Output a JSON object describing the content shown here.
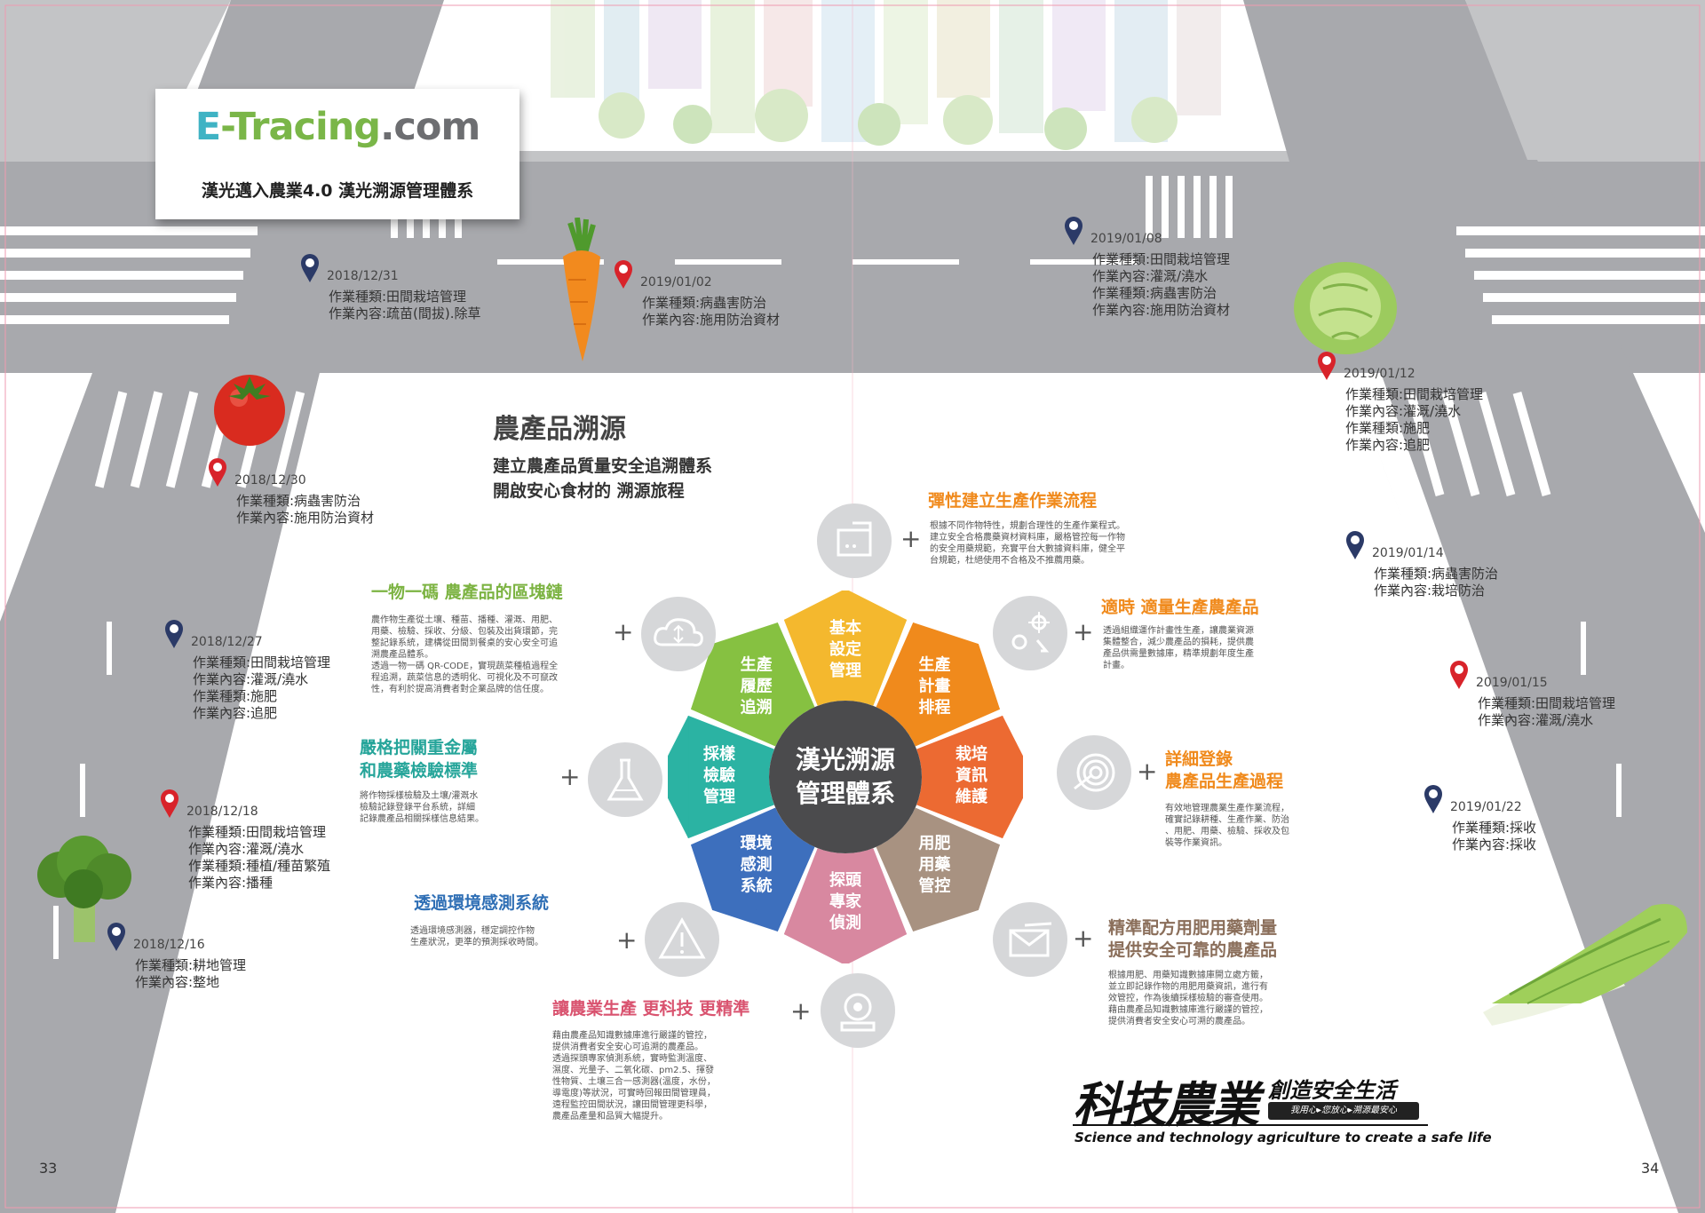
{
  "colors": {
    "road": "#a8a9ad",
    "road_light": "#c3c4c6",
    "marking": "#ffffff",
    "pin_navy": "#2b3a67",
    "pin_red": "#d8232a",
    "orange_title": "#f08a1c",
    "green_title": "#7cb342",
    "teal_title": "#26a59a",
    "blue_title": "#2f6fb5",
    "pink_title": "#d9536f",
    "brown_title": "#8a6e5a"
  },
  "title_card": {
    "logo_e": "E",
    "logo_tracing": "-Tracing",
    "logo_com": ".com",
    "subtitle": "漢光邁入農業4.0  漢光溯源管理體系"
  },
  "events": [
    {
      "date": "2018/12/31",
      "lines": [
        "作業種類:田間栽培管理",
        "作業內容:疏苗(間拔).除草"
      ],
      "pin": "pin-navy-icon"
    },
    {
      "date": "2019/01/02",
      "lines": [
        "作業種類:病蟲害防治",
        "作業內容:施用防治資材"
      ],
      "pin": "pin-red-icon"
    },
    {
      "date": "2019/01/08",
      "lines": [
        "作業種類:田間栽培管理",
        "作業內容:灌溉/澆水",
        "作業種類:病蟲害防治",
        "作業內容:施用防治資材"
      ],
      "pin": "pin-navy-icon"
    },
    {
      "date": "2019/01/12",
      "lines": [
        "作業種類:田間栽培管理",
        "作業內容:灌溉/澆水",
        "作業種類:施肥",
        "作業內容:追肥"
      ],
      "pin": "pin-red-icon"
    },
    {
      "date": "2018/12/30",
      "lines": [
        "作業種類:病蟲害防治",
        "作業內容:施用防治資材"
      ],
      "pin": "pin-red-icon"
    },
    {
      "date": "2019/01/14",
      "lines": [
        "作業種類:病蟲害防治",
        "作業內容:栽培防治"
      ],
      "pin": "pin-navy-icon"
    },
    {
      "date": "2018/12/27",
      "lines": [
        "作業種類:田間栽培管理",
        "作業內容:灌溉/澆水",
        "作業種類:施肥",
        "作業內容:追肥"
      ],
      "pin": "pin-navy-icon"
    },
    {
      "date": "2019/01/15",
      "lines": [
        "作業種類:田間栽培管理",
        "作業內容:灌溉/澆水"
      ],
      "pin": "pin-red-icon"
    },
    {
      "date": "2018/12/18",
      "lines": [
        "作業種類:田間栽培管理",
        "作業內容:灌溉/澆水",
        "作業種類:種植/種苗繁殖",
        "作業內容:播種"
      ],
      "pin": "pin-red-icon"
    },
    {
      "date": "2019/01/22",
      "lines": [
        "作業種類:採收",
        "作業內容:採收"
      ],
      "pin": "pin-navy-icon"
    },
    {
      "date": "2018/12/16",
      "lines": [
        "作業種類:耕地管理",
        "作業內容:整地"
      ],
      "pin": "pin-navy-icon"
    }
  ],
  "heading": {
    "main": "農產品溯源",
    "sub1": "建立農產品質量安全追溯體系",
    "sub2": "開啟安心食材的 溯源旅程"
  },
  "wheel": {
    "center_line1": "漢光溯源",
    "center_line2": "管理體系",
    "segments": [
      {
        "lines": [
          "基本",
          "設定",
          "管理"
        ],
        "color": "#f4b82e"
      },
      {
        "lines": [
          "生產",
          "計畫",
          "排程"
        ],
        "color": "#f08a1c"
      },
      {
        "lines": [
          "栽培",
          "資訊",
          "維護"
        ],
        "color": "#ec6a32"
      },
      {
        "lines": [
          "用肥",
          "用藥",
          "管控"
        ],
        "color": "#a89281"
      },
      {
        "lines": [
          "探頭",
          "專家",
          "偵測"
        ],
        "color": "#d888a0"
      },
      {
        "lines": [
          "環境",
          "感測",
          "系統"
        ],
        "color": "#3d6fbd"
      },
      {
        "lines": [
          "採樣",
          "檢驗",
          "管理"
        ],
        "color": "#2bb3a3"
      },
      {
        "lines": [
          "生產",
          "履歷",
          "追溯"
        ],
        "color": "#86c141"
      }
    ]
  },
  "sections": {
    "flex": {
      "title": "彈性建立生產作業流程",
      "body": [
        "根據不同作物特性，規劃合理性的生產作業程式。",
        "建立安全合格農藥資材資料庫，嚴格管控每一作物",
        "的安全用藥規範，充實平台大數據資料庫，健全平",
        "台規範，杜絕使用不合格及不推薦用藥。"
      ]
    },
    "timely": {
      "title": "適時 適量生產農產品",
      "body": [
        "透過組織運作計畫性生產，讓農業資源",
        "集體整合，減少農產品的損耗，提供農",
        "產品供需量數據庫，精準規劃年度生產",
        "計畫。"
      ]
    },
    "record": {
      "title1": "詳細登錄",
      "title2": "農產品生產過程",
      "body": [
        "有效地管理農業生產作業流程，",
        "確實記錄耕種、生產作業、防治",
        "、用肥、用藥、檢驗、採收及包",
        "裝等作業資訊。"
      ]
    },
    "formula": {
      "title1": "精準配方用肥用藥劑量",
      "title2": "提供安全可靠的農產品",
      "body": [
        "根據用肥、用藥知識數據庫開立處方籤，",
        "並立即記錄作物的用肥用藥資訊，進行有",
        "效管控，作為後續採樣檢驗的審查使用。",
        "藉由農產品知識數據庫進行嚴謹的管控，",
        "提供消費者安全安心可溯的農產品。"
      ]
    },
    "blockchain": {
      "title": "一物一碼 農產品的區塊鏈",
      "body": [
        "農作物生產從土壤、種苗、播種、灌溉、用肥、",
        "用藥、檢驗、採收、分級、包裝及出貨環節，完",
        "整記錄系統，建構從田間到餐桌的安心安全可追",
        "溯農產品體系。",
        "透過一物一碼 QR-CODE，實現蔬菜種植過程全",
        "程追溯，蔬菜信息的透明化、可視化及不可竄改",
        "性，有利於提高消費者對企業品牌的信任度。"
      ]
    },
    "heavy": {
      "title1": "嚴格把關重金屬",
      "title2": "和農藥檢驗標準",
      "body": [
        "將作物採樣檢驗及土壤/灌溉水",
        "檢驗記錄登錄平台系統，詳細",
        "記錄農產品相關採樣信息結果。"
      ]
    },
    "env": {
      "title": "透過環境感測系統",
      "body": [
        "透過環境感測器，穩定調控作物",
        "生產狀況，更準的預測採收時間。"
      ]
    },
    "tech": {
      "title": "讓農業生產 更科技 更精準",
      "body": [
        "藉由農產品知識數據庫進行嚴謹的管控，",
        "提供消費者安全安心可追溯的農產品。",
        "透過探頭專家偵測系統，實時監測溫度、",
        "濕度、光量子、二氧化碳、pm2.5、揮發",
        "性物質、土壤三合一感測器(溫度，水份，",
        "導電度)等狀況，可實時回報田間管理員，",
        "遠程監控田間狀況，讓田間管理更科學，",
        "農產品產量和品質大幅提升。"
      ]
    }
  },
  "plus": "+",
  "slogan": {
    "main": "科技農業",
    "right": "創造安全生活",
    "badge": "我用心▸您放心▸溯源最安心",
    "english": "Science and technology agriculture to create a safe life"
  },
  "pages": {
    "left": "33",
    "right": "34"
  },
  "icons": [
    "folder-icon",
    "cloud-sync-icon",
    "target-nodes-icon",
    "flask-icon",
    "fingerprint-icon",
    "warning-icon",
    "envelope-pen-icon",
    "camera-icon",
    "carrot-icon",
    "tomato-icon",
    "lettuce-icon",
    "broccoli-icon",
    "cabbage-icon"
  ]
}
